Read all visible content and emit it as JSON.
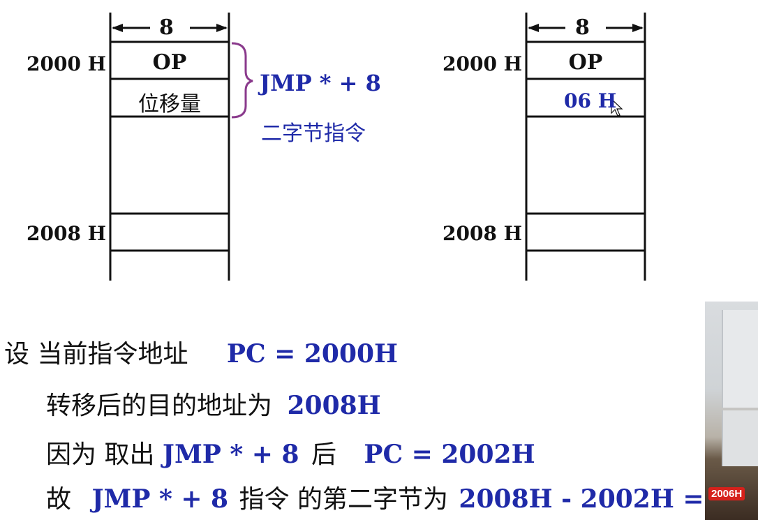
{
  "left": {
    "width_label": "8",
    "addr_top": "2000 H",
    "addr_bottom": "2008 H",
    "cell1": "OP",
    "cell2": "位移量",
    "brace_label": "JMP * + 8",
    "brace_sub": "二字节指令"
  },
  "right": {
    "width_label": "8",
    "addr_top": "2000 H",
    "addr_bottom": "2008 H",
    "cell1": "OP",
    "cell2": "06 H"
  },
  "lines": {
    "l1_prefix": "设  当前指令地址",
    "l1_value": "PC = 2000H",
    "l2_prefix": "转移后的目的地址为",
    "l2_value": "2008H",
    "l3_a": "因为  取出",
    "l3_b": "JMP * + 8",
    "l3_c": "后",
    "l3_d": "PC = 2002H",
    "l4_a": "故",
    "l4_b": "JMP * + 8",
    "l4_c": "指令  的第二字节为",
    "l4_d": "2008H - 2002H ="
  },
  "overlay_badge": "2006H",
  "colors": {
    "accent_blue": "#1f2aa8",
    "brace_purple": "#8a3a8c",
    "badge_red": "#d6211b"
  }
}
